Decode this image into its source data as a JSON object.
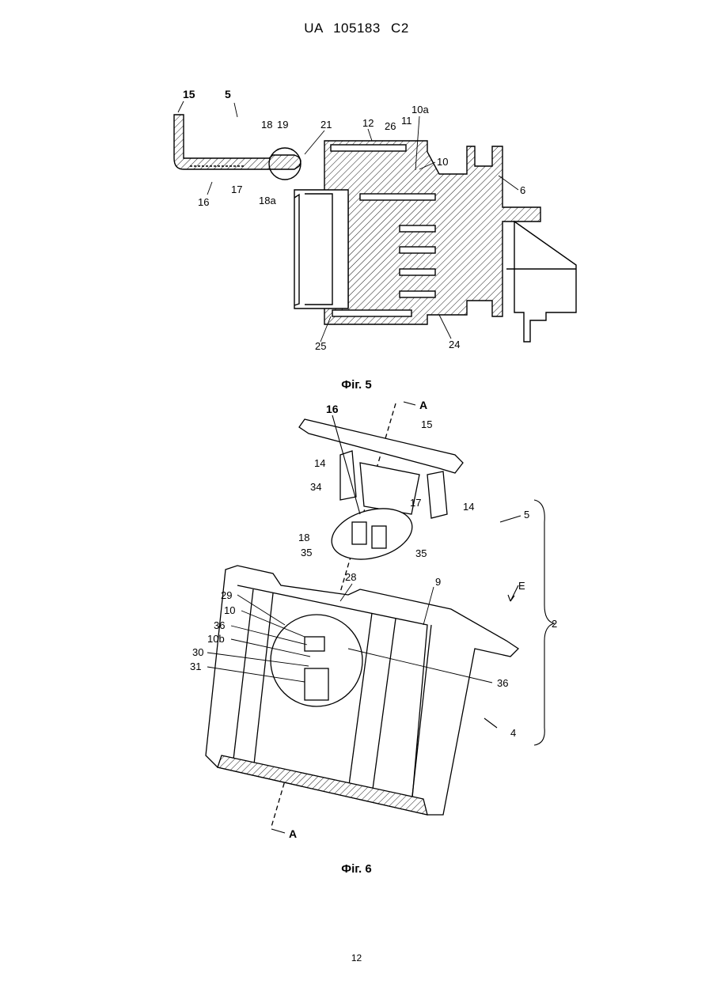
{
  "header": {
    "patent": "UA   105183   C2"
  },
  "fig5": {
    "caption": "Фіг. 5",
    "labels": {
      "l15": "15",
      "l5": "5",
      "l18": "18",
      "l19": "19",
      "l21": "21",
      "l12": "12",
      "l26": "26",
      "l11": "11",
      "l10a": "10a",
      "l10": "10",
      "l6": "6",
      "l16": "16",
      "l17": "17",
      "l18a": "18a",
      "l25": "25",
      "l24": "24"
    }
  },
  "fig6": {
    "caption": "Фіг. 6",
    "labels": {
      "l16": "16",
      "lA_top": "A",
      "l15": "15",
      "l14a": "14",
      "l34": "34",
      "l17": "17",
      "l14b": "14",
      "l5": "5",
      "l18": "18",
      "l35a": "35",
      "l35b": "35",
      "l28": "28",
      "l9": "9",
      "lE": "E",
      "l2": "2",
      "l29": "29",
      "l10": "10",
      "l36a": "36",
      "l10b": "10b",
      "l30": "30",
      "l31": "31",
      "l36b": "36",
      "l4": "4",
      "lA_bottom": "A"
    }
  },
  "page_number": "12"
}
